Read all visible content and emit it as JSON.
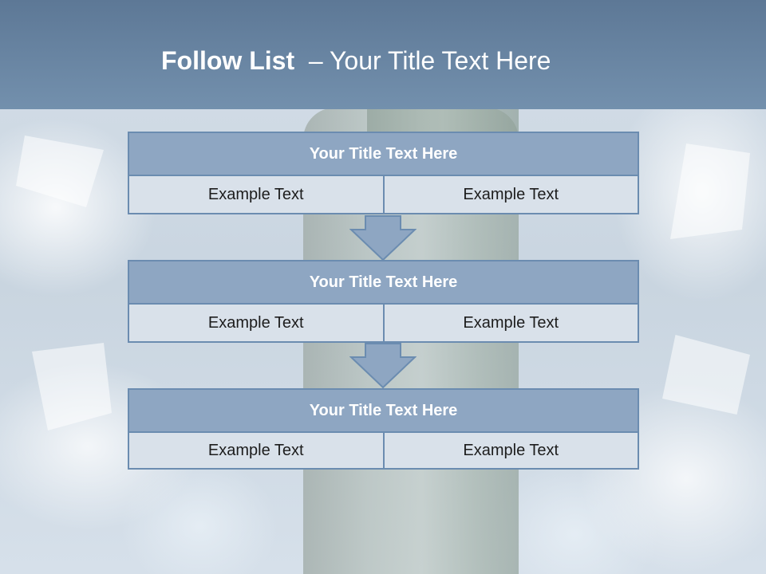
{
  "slide": {
    "title_lead": "Follow List",
    "title_rest": "– Your Title Text Here"
  },
  "steps": [
    {
      "title": "Your Title Text Here",
      "left": "Example Text",
      "right": "Example Text"
    },
    {
      "title": "Your Title Text Here",
      "left": "Example Text",
      "right": "Example Text"
    },
    {
      "title": "Your Title Text Here",
      "left": "Example Text",
      "right": "Example Text"
    }
  ],
  "colors": {
    "header": "#6e8bab",
    "box_title_fill": "#8ea6c2",
    "box_cell_fill": "#d9e1ea",
    "box_border": "#6b8cb0",
    "arrow_fill": "#8ea6c2"
  },
  "icons": {
    "connector": "down-arrow-icon"
  }
}
